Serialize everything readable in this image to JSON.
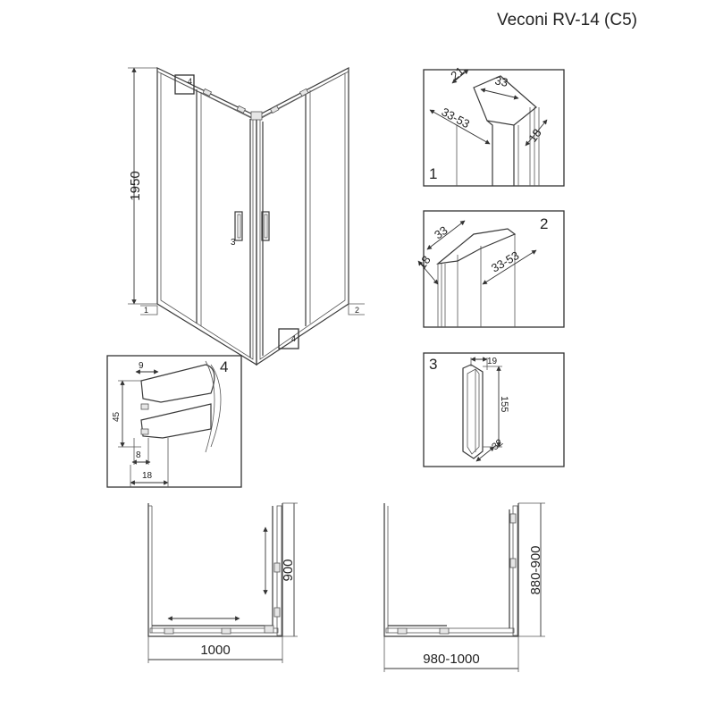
{
  "title": "Veconi RV-14 (C5)",
  "main_view": {
    "height_label": "1950",
    "callouts": [
      "1",
      "2",
      "3",
      "4",
      "4"
    ]
  },
  "detail_1": {
    "number": "1",
    "dims": [
      "21",
      "33",
      "33-53",
      "18"
    ]
  },
  "detail_2": {
    "number": "2",
    "dims": [
      "33",
      "18",
      "33-53"
    ]
  },
  "detail_3": {
    "number": "3",
    "dims": [
      "19",
      "155",
      "32"
    ]
  },
  "detail_4": {
    "number": "4",
    "dims": [
      "9",
      "45",
      "8",
      "18"
    ]
  },
  "plan_left": {
    "width": "1000",
    "depth": "900"
  },
  "plan_right": {
    "width": "980-1000",
    "depth": "880-900"
  }
}
